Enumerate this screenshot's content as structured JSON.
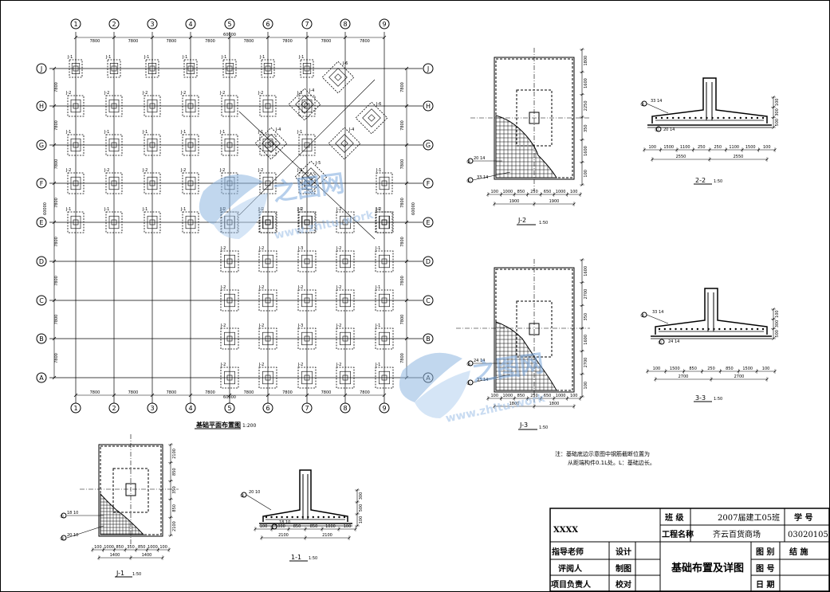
{
  "plan": {
    "grid_numbers": [
      "1",
      "2",
      "3",
      "4",
      "5",
      "6",
      "7",
      "8",
      "9"
    ],
    "grid_letters": [
      "J",
      "H",
      "G",
      "F",
      "E",
      "D",
      "C",
      "B",
      "A"
    ],
    "x_spacing": [
      "7800",
      "7800",
      "7800",
      "7800",
      "7800",
      "7800",
      "7800",
      "7800"
    ],
    "y_spacing": [
      "7800",
      "7800",
      "7800",
      "7800",
      "7800",
      "7800",
      "7800",
      "7800"
    ],
    "total_width": "60000",
    "total_depth": "60000",
    "title": "基础平面布置图",
    "scale": "1:200",
    "footing_labels": [
      "J-1",
      "J-2",
      "J-3",
      "J-4",
      "J-5",
      "J-6"
    ]
  },
  "details": {
    "j1": {
      "title": "J-1",
      "scale": "1:50",
      "rebar_a": "18 10",
      "rebar_b": "20 10",
      "marker_a": "①",
      "marker_b": "②",
      "dims_h": [
        "100",
        "1000",
        "850",
        "350",
        "850",
        "1000",
        "100"
      ],
      "dims_h2": [
        "1400",
        "1400"
      ],
      "dims_v": [
        "2100",
        "850",
        "350",
        "850",
        "2100"
      ]
    },
    "sec11": {
      "title": "1-1",
      "scale": "1:50",
      "rebar_top": "20 10",
      "rebar_bot": "18 10",
      "marker_top": "②",
      "marker_bot": "①",
      "dims_h": [
        "100",
        "1000",
        "850",
        "850",
        "1000",
        "100"
      ],
      "dims_h2": [
        "2100",
        "2100"
      ],
      "dims_v": [
        "300",
        "500",
        "100"
      ]
    },
    "j2": {
      "title": "J-2",
      "scale": "1:50",
      "rebar_a": "20 14",
      "rebar_b": "33 14",
      "marker_a": "②",
      "marker_b": "①",
      "dims_h": [
        "100",
        "1000",
        "850",
        "250",
        "650",
        "1000",
        "100"
      ],
      "dims_h2": [
        "1900",
        "1900"
      ],
      "dims_v": [
        "1800",
        "1600",
        "2250",
        "350",
        "1600",
        "100"
      ]
    },
    "sec22": {
      "title": "2-2",
      "scale": "1:50",
      "rebar_top": "33 14",
      "rebar_bot": "20 14",
      "marker_top": "②",
      "marker_bot": "①",
      "dims_h": [
        "100",
        "1500",
        "1100",
        "250",
        "250",
        "1100",
        "1500",
        "100"
      ],
      "dims_h2": [
        "2550",
        "2550"
      ],
      "dims_v": [
        "100",
        "300",
        "500"
      ]
    },
    "j3": {
      "title": "J-3",
      "scale": "1:50",
      "rebar_a": "24 14",
      "rebar_b": "33 14",
      "marker_a": "②",
      "marker_b": "①",
      "dims_h": [
        "100",
        "1000",
        "850",
        "250",
        "650",
        "1000",
        "100"
      ],
      "dims_h2": [
        "1800",
        "1800"
      ],
      "dims_v": [
        "1600",
        "2700",
        "350",
        "1600",
        "2700",
        "100"
      ]
    },
    "sec33": {
      "title": "3-3",
      "scale": "1:50",
      "rebar_top": "33 14",
      "rebar_bot": "24 14",
      "marker_top": "②",
      "marker_bot": "①",
      "dims_h": [
        "100",
        "1500",
        "850",
        "250",
        "850",
        "1500",
        "100"
      ],
      "dims_h2": [
        "2700",
        "2700"
      ],
      "dims_v": [
        "100",
        "300",
        "500"
      ]
    }
  },
  "note": {
    "line1": "注：基础底边示意图中钢筋截断位置为",
    "line2": "从距端构件0.1L处。L：基础边长。"
  },
  "title_block": {
    "xxxx": "XXXX",
    "class_label": "班 级",
    "class_value": "2007届建工05班",
    "student_no_label": "学 号",
    "student_no_value": "03020105",
    "project_label": "工程名称",
    "project_value": "齐云百货商场",
    "advisor": "指导老师",
    "reviewer": "评阅人",
    "lead": "项目负责人",
    "design": "设计",
    "draw": "制图",
    "check": "校对",
    "drawing_title": "基础布置及详图",
    "category_label": "图 别",
    "category_value": "结 施",
    "number_label": "图 号",
    "date_label": "日 期"
  },
  "watermark": {
    "logo": "之图网",
    "url": "www.zhitu.work"
  }
}
